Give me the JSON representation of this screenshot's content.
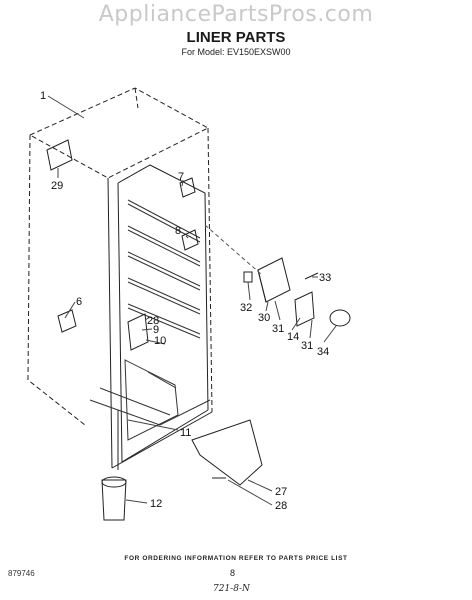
{
  "watermark": "AppliancePartsPros.com",
  "header": {
    "title": "LINER PARTS",
    "model_line": "For Model: EV150EXSW00"
  },
  "callouts": [
    {
      "id": "c1",
      "label": "1"
    },
    {
      "id": "c29",
      "label": "29"
    },
    {
      "id": "c7",
      "label": "7"
    },
    {
      "id": "c8",
      "label": "8"
    },
    {
      "id": "c6",
      "label": "6"
    },
    {
      "id": "c28a",
      "label": "28"
    },
    {
      "id": "c9",
      "label": "9"
    },
    {
      "id": "c10",
      "label": "10"
    },
    {
      "id": "c33",
      "label": "33"
    },
    {
      "id": "c32",
      "label": "32"
    },
    {
      "id": "c30",
      "label": "30"
    },
    {
      "id": "c31a",
      "label": "31"
    },
    {
      "id": "c14",
      "label": "14"
    },
    {
      "id": "c31b",
      "label": "31"
    },
    {
      "id": "c34",
      "label": "34"
    },
    {
      "id": "c11",
      "label": "11"
    },
    {
      "id": "c27",
      "label": "27"
    },
    {
      "id": "c28b",
      "label": "28"
    },
    {
      "id": "c12",
      "label": "12"
    }
  ],
  "footer": {
    "ordering_note": "FOR ORDERING INFORMATION REFER TO PARTS PRICE LIST",
    "diagram_id": "879746",
    "page_number": "8",
    "handwritten_code": "721-8-N"
  }
}
